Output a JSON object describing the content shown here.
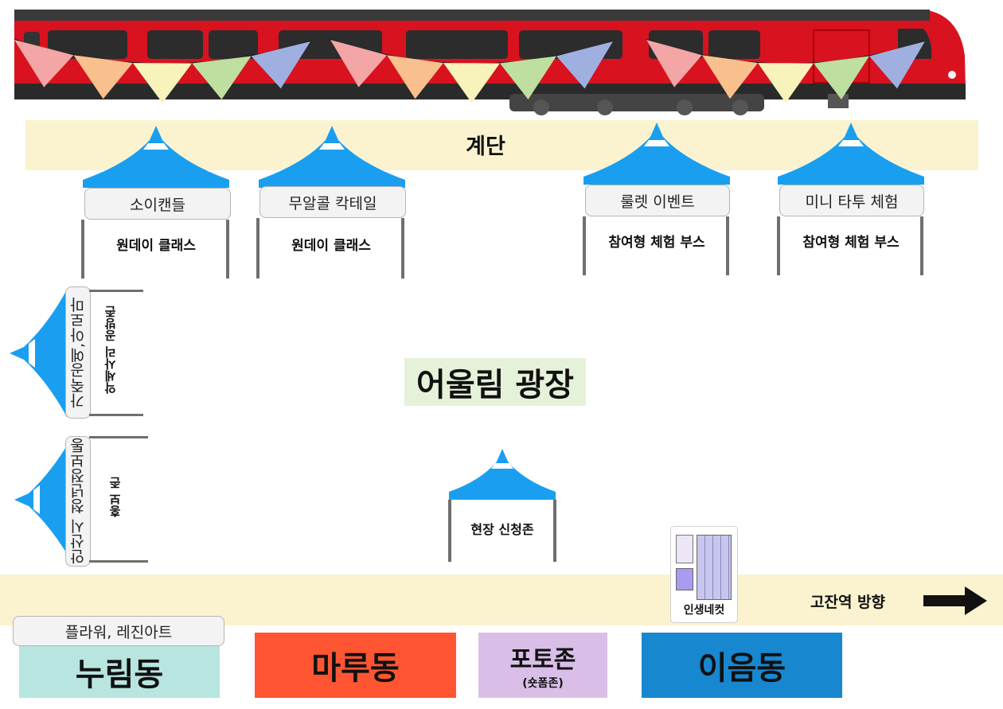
{
  "stairs": "계단",
  "plaza": "어울림 광장",
  "top_booths": [
    {
      "banner": "소이캔들",
      "label": "원데이 클래스"
    },
    {
      "banner": "무알콜 칵테일",
      "label": "원데이 클래스"
    },
    {
      "banner": "룰렛 이벤트",
      "label": "참여형 체험 부스"
    },
    {
      "banner": "미니 타투 체험",
      "label": "참여형 체험 부스"
    }
  ],
  "left_booths": [
    {
      "banner": "가죽공예,아로마",
      "label": "악세사리 공방존"
    },
    {
      "banner": "안산시 청년정보통",
      "label": "홍보 존"
    }
  ],
  "onsite": "현장 신청존",
  "photo_booth": "인생네컷",
  "direction": "고잔역 방향",
  "flower_banner": "플라워, 레진아트",
  "buildings": [
    {
      "name": "누림동",
      "color": "#b8e5e0"
    },
    {
      "name": "마루동",
      "color": "#ff5533"
    },
    {
      "name": "포토존",
      "sub": "(숏폼존)",
      "color": "#d9bfe8"
    },
    {
      "name": "이음동",
      "color": "#1787d0"
    }
  ],
  "colors": {
    "tent": "#1a9ff0",
    "band": "#fbf3cf",
    "train": "#d8121f"
  },
  "flag_colors": [
    "#f4a5a5",
    "#f9c08e",
    "#f8f3bb",
    "#bedf9f",
    "#9fb0e0"
  ]
}
